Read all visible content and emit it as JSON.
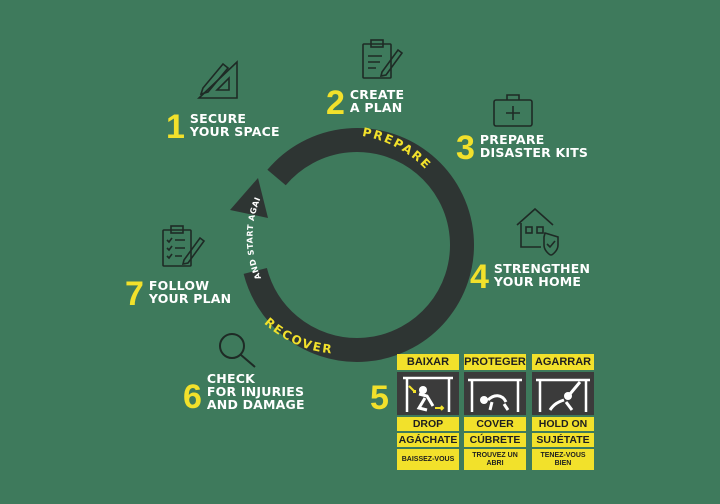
{
  "colors": {
    "background": "#3e7a5c",
    "accent": "#f2e12b",
    "arrow": "#2e3533",
    "text": "#ffffff"
  },
  "cycle": {
    "prepare_label": "PREPARE",
    "recover_label": "RECOVER",
    "restart_label": "AND START AGAIN"
  },
  "steps": [
    {
      "number": "1",
      "lines": [
        "SECURE",
        "YOUR SPACE"
      ],
      "icon": "ruler-pencil-icon"
    },
    {
      "number": "2",
      "lines": [
        "CREATE",
        "A PLAN"
      ],
      "icon": "clipboard-pencil-icon"
    },
    {
      "number": "3",
      "lines": [
        "PREPARE",
        "DISASTER KITS"
      ],
      "icon": "first-aid-kit-icon"
    },
    {
      "number": "4",
      "lines": [
        "STRENGTHEN",
        "YOUR HOME"
      ],
      "icon": "house-shield-icon"
    },
    {
      "number": "5",
      "lines": [],
      "icon": ""
    },
    {
      "number": "6",
      "lines": [
        "CHECK",
        "FOR INJURIES",
        "AND DAMAGE"
      ],
      "icon": "magnifier-icon"
    },
    {
      "number": "7",
      "lines": [
        "FOLLOW",
        "YOUR PLAN"
      ],
      "icon": "checklist-pencil-icon"
    }
  ],
  "drop_cover_hold": [
    {
      "portuguese": "BAIXAR",
      "english": "DROP",
      "spanish": "AGÁCHATE",
      "french": "BAISSEZ-VOUS",
      "icon": "person-dropping-icon"
    },
    {
      "portuguese": "PROTEGER",
      "english": "COVER",
      "spanish": "CÚBRETE",
      "french": "TROUVEZ UN ABRI",
      "icon": "person-under-table-icon"
    },
    {
      "portuguese": "AGARRAR",
      "english": "HOLD ON",
      "spanish": "SUJÉTATE",
      "french": "TENEZ-VOUS BIEN",
      "icon": "person-holding-table-icon"
    }
  ]
}
